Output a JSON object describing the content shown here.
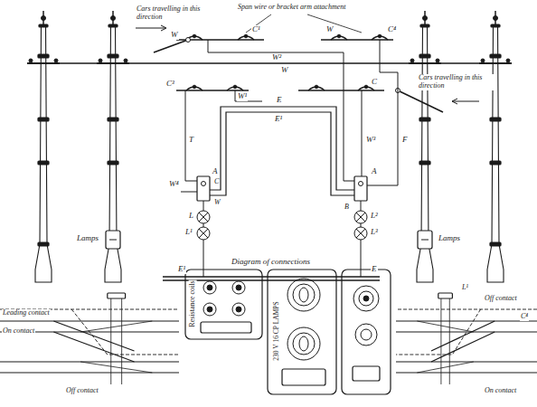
{
  "diagram": {
    "labels": [
      "Cars travelling in this direction",
      "Span wire or bracket arm attachment",
      "W",
      "C¹",
      "W",
      "C⁴",
      "W",
      "Cars travelling in this direction",
      "C³",
      "W²",
      "W¹",
      "E",
      "E¹",
      "C",
      "W³",
      "F",
      "T",
      "A",
      "C",
      "W",
      "W⁴",
      "L",
      "L¹",
      "A",
      "B",
      "L²",
      "L³",
      "Lamps",
      "Lamps",
      "Diagram of connections",
      "E¹",
      "E",
      "Leading contact",
      "On contact",
      "Off contact",
      "Resistance coils",
      "230 V 16 CP LAMPS",
      "Off contact",
      "On contact",
      "L¹",
      "C⁴"
    ]
  }
}
